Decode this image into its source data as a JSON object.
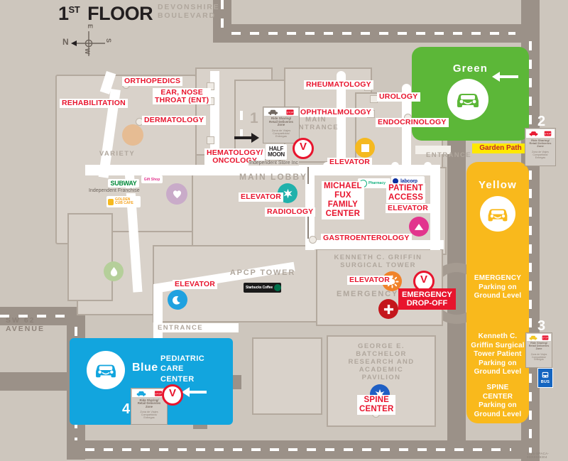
{
  "page": {
    "title_floor_num": "1",
    "title_floor_sup": "ST",
    "title_floor_word": "FLOOR",
    "street_top": "DEVONSHIRE\nBOULEVARD",
    "street_left": "SW 62\nAVENUE",
    "corner_code": "1726-SPACA-9DR9SI8304"
  },
  "compass": {
    "n": "N",
    "e": "E",
    "s": "S",
    "w": "W"
  },
  "buildings": [
    {
      "name": "variety",
      "text": "VARIETY"
    },
    {
      "name": "main-lobby",
      "text": "MAIN LOBBY"
    },
    {
      "name": "main-entrance",
      "text": "MAIN\nENTRANCE"
    },
    {
      "name": "entrance-north",
      "text": "ENTRANCE"
    },
    {
      "name": "entrance-south",
      "text": "ENTRANCE"
    },
    {
      "name": "apcp-tower",
      "text": "APCP TOWER"
    },
    {
      "name": "kenneth-griffin-surgical-tower",
      "text": "KENNETH C. GRIFFIN\nSURGICAL TOWER"
    },
    {
      "name": "emergency",
      "text": "EMERGENCY"
    },
    {
      "name": "batchelor-pavilion",
      "text": "GEORGE E.\nBATCHELOR\nRESEARCH AND\nACADEMIC\nPAVILION"
    }
  ],
  "departments": [
    {
      "name": "rehabilitation",
      "label": "REHABILITATION"
    },
    {
      "name": "orthopedics",
      "label": "ORTHOPEDICS"
    },
    {
      "name": "ent",
      "label": "EAR, NOSE\nTHROAT (ENT)"
    },
    {
      "name": "dermatology",
      "label": "DERMATOLOGY"
    },
    {
      "name": "hematology-oncology",
      "label": "HEMATOLOGY/\nONCOLOGY"
    },
    {
      "name": "rheumatology",
      "label": "RHEUMATOLOGY"
    },
    {
      "name": "urology",
      "label": "UROLOGY"
    },
    {
      "name": "ophthalmology",
      "label": "OPHTHALMOLOGY"
    },
    {
      "name": "endocrinology",
      "label": "ENDOCRINOLOGY"
    },
    {
      "name": "michael-fux-family-center",
      "label": "MICHAEL\nFUX\nFAMILY\nCENTER"
    },
    {
      "name": "patient-access",
      "label": "PATIENT\nACCESS"
    },
    {
      "name": "radiology",
      "label": "RADIOLOGY"
    },
    {
      "name": "gastroenterology",
      "label": "GASTROENTEROLOGY"
    },
    {
      "name": "spine-center",
      "label": "SPINE\nCENTER"
    },
    {
      "name": "pediatric-care-center",
      "label": "PEDIATRIC\nCARE\nCENTER"
    }
  ],
  "elevators": [
    {
      "name": "elevator-yellow",
      "label": "ELEVATOR",
      "color": "#f5b920",
      "icon": "square"
    },
    {
      "name": "elevator-teal",
      "label": "ELEVATOR",
      "color": "#21b1ab",
      "icon": "star"
    },
    {
      "name": "elevator-pink",
      "label": "ELEVATOR",
      "color": "#e2348d",
      "icon": "triangle"
    },
    {
      "name": "elevator-blue",
      "label": "ELEVATOR",
      "color": "#1fa1e0",
      "icon": "moon"
    },
    {
      "name": "elevator-orange",
      "label": "ELEVATOR",
      "color": "#f0832a",
      "icon": "sun"
    }
  ],
  "garages": [
    {
      "name": "green-garage",
      "label": "Green",
      "color": "#5cb738",
      "number": "2",
      "body": ""
    },
    {
      "name": "yellow-garage",
      "label": "Yellow",
      "color": "#f9b91c",
      "number": "3",
      "body1": "EMERGENCY\nParking on\nGround Level",
      "body2": "Kenneth C.\nGriffin Surgical\nTower Patient\nParking on\nGround Level",
      "body3": "SPINE\nCENTER\nParking on\nGround Level"
    },
    {
      "name": "blue-garage",
      "label": "Blue",
      "color": "#12a5de",
      "number": "4",
      "body": ""
    }
  ],
  "markers": {
    "valet_letter": "V",
    "emergency_dropoff": "EMERGENCY\nDROP-OFF",
    "garden_path": "Garden Path",
    "bus_label": "BUS"
  },
  "rideshare_sign": {
    "title": "Ride Sharing/\nRetail Deliveries\nZone",
    "subtitle": "Zona de Viajes\nCompartidos/\nEntregas"
  },
  "retail": [
    {
      "name": "subway-logo",
      "text": "SUBWAY",
      "sub": "Independent Franchise"
    },
    {
      "name": "golden-cub-cafe-logo",
      "text": "GOLDEN\nCUB CAFE"
    },
    {
      "name": "gift-shop-logo",
      "text": "Gift Shop"
    },
    {
      "name": "pharmacy-logo",
      "text": "Pharmacy"
    },
    {
      "name": "labcorp-logo",
      "text": "labcorp"
    },
    {
      "name": "starbucks-logo",
      "text": "Starbucks Coffee"
    },
    {
      "name": "half-moon-logo",
      "text": "HALF\nMOON",
      "sub": "Independent Store Inc"
    }
  ]
}
